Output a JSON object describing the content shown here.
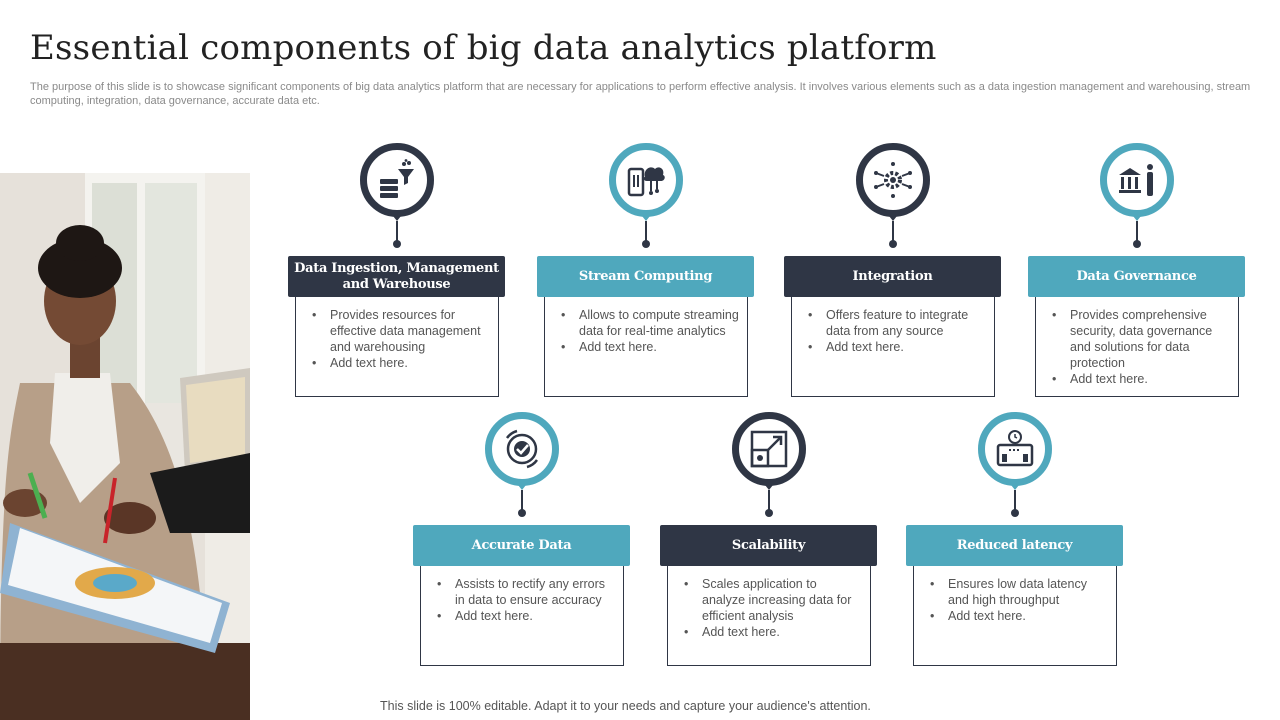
{
  "slide": {
    "title": "Essential components of big data analytics platform",
    "subtitle": "The purpose of this slide is to showcase significant components of big data analytics platform that are necessary for applications to perform effective analysis. It involves various elements such as a data ingestion management and warehousing, stream computing, integration, data governance, accurate data etc.",
    "footer": "This slide is 100% editable. Adapt it to your needs and capture your audience's attention."
  },
  "colors": {
    "dark": "#2f3645",
    "teal": "#4fa8bd"
  },
  "components": [
    {
      "title": "Data Ingestion, Management and Warehouse",
      "icon": "data-funnel-server-icon",
      "style": "dark",
      "bullets": [
        "Provides resources for effective data management and warehousing",
        "Add text here."
      ]
    },
    {
      "title": "Stream Computing",
      "icon": "cloud-stream-icon",
      "style": "teal",
      "bullets": [
        "Allows to compute streaming data for real-time analytics",
        "Add text here."
      ]
    },
    {
      "title": "Integration",
      "icon": "gear-network-icon",
      "style": "dark",
      "bullets": [
        "Offers feature to integrate data from any source",
        "Add text here."
      ]
    },
    {
      "title": "Data Governance",
      "icon": "bank-governance-icon",
      "style": "teal",
      "bullets": [
        "Provides comprehensive security, data governance and solutions for data protection",
        "Add text here."
      ]
    },
    {
      "title": "Accurate Data",
      "icon": "target-check-icon",
      "style": "teal",
      "bullets": [
        "Assists to rectify any errors in data to ensure accuracy",
        "Add text here."
      ]
    },
    {
      "title": "Scalability",
      "icon": "scale-expand-icon",
      "style": "dark",
      "bullets": [
        "Scales application to analyze increasing data for efficient analysis",
        "Add text here."
      ]
    },
    {
      "title": "Reduced latency",
      "icon": "clock-latency-icon",
      "style": "teal",
      "bullets": [
        "Ensures low data latency and high throughput",
        "Add text here."
      ]
    }
  ]
}
